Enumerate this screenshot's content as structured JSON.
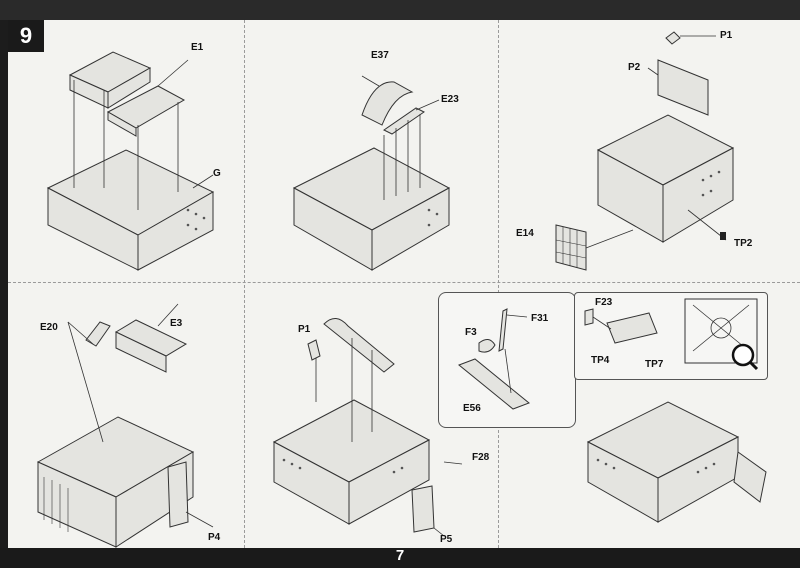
{
  "step": {
    "number": "9"
  },
  "page": {
    "number": "7"
  },
  "panels": {
    "p1": {
      "labels": {
        "e1": "E1",
        "g": "G"
      }
    },
    "p2": {
      "labels": {
        "e37": "E37",
        "e23": "E23"
      }
    },
    "p3": {
      "labels": {
        "p1": "P1",
        "p2": "P2",
        "e14": "E14",
        "tp2": "TP2"
      }
    },
    "p4": {
      "labels": {
        "e20": "E20",
        "e3": "E3",
        "p4": "P4"
      }
    },
    "p5": {
      "labels": {
        "p1": "P1",
        "f28": "F28",
        "p5": "P5",
        "f31": "F31",
        "f3": "F3",
        "e56": "E56"
      }
    },
    "p6": {
      "labels": {
        "f23": "F23",
        "tp4": "TP4",
        "tp7": "TP7"
      }
    }
  },
  "colors": {
    "frame": "#1c1c1c",
    "paper": "#f3f3f0",
    "line": "#333333",
    "fill": "#e4e4e0"
  }
}
